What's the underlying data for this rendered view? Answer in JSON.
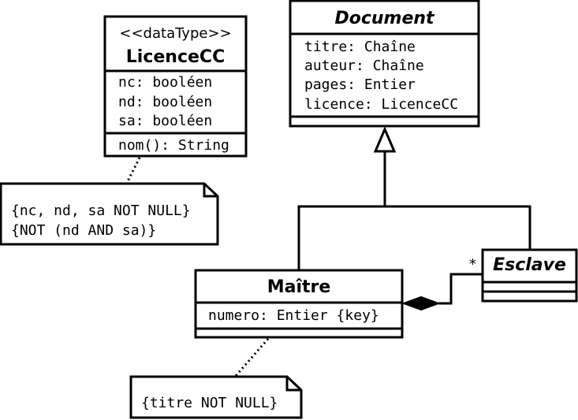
{
  "classes": {
    "licence": {
      "stereotype": "<<dataType>>",
      "name": "LicenceCC",
      "attributes": [
        "nc: booléen",
        "nd: booléen",
        "sa: booléen"
      ],
      "operations": [
        "nom(): String"
      ]
    },
    "document": {
      "name": "Document",
      "attributes": [
        "titre: Chaîne",
        "auteur: Chaîne",
        "pages: Entier",
        "licence: LicenceCC"
      ]
    },
    "maitre": {
      "name": "Maître",
      "attributes": [
        "numero: Entier {key}"
      ]
    },
    "esclave": {
      "name": "Esclave",
      "multiplicity": "*"
    }
  },
  "notes": {
    "licence_note": [
      "{nc, nd, sa NOT NULL}",
      "{NOT (nd AND sa)}"
    ],
    "maitre_note": [
      "{titre NOT NULL}"
    ]
  }
}
